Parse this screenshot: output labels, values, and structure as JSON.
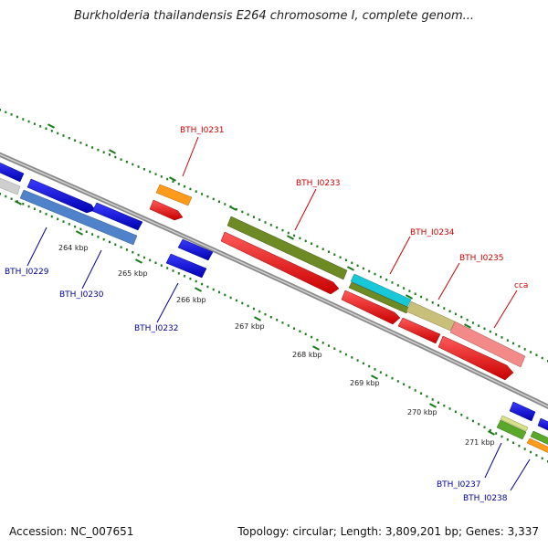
{
  "title": "Burkholderia thailandensis E264 chromosome I, complete genom...",
  "footer": {
    "accession": "Accession: NC_007651",
    "info": "Topology: circular; Length: 3,809,201 bp; Genes: 3,337"
  },
  "colors": {
    "red_label": "#cc0000",
    "blue_label": "#000099",
    "tick": "#1a7a1a",
    "backbone": "#8a8a8a"
  },
  "kbp_labels": [
    "264 kbp",
    "265 kbp",
    "266 kbp",
    "267 kbp",
    "268 kbp",
    "269 kbp",
    "270 kbp",
    "271 kbp"
  ],
  "gene_labels_top": [
    "BTH_I0231",
    "BTH_I0233",
    "BTH_I0234",
    "BTH_I0235",
    "cca"
  ],
  "gene_labels_bottom": [
    "BTH_I0229",
    "BTH_I0230",
    "BTH_I0232",
    "BTH_I0237",
    "BTH_I0238"
  ]
}
